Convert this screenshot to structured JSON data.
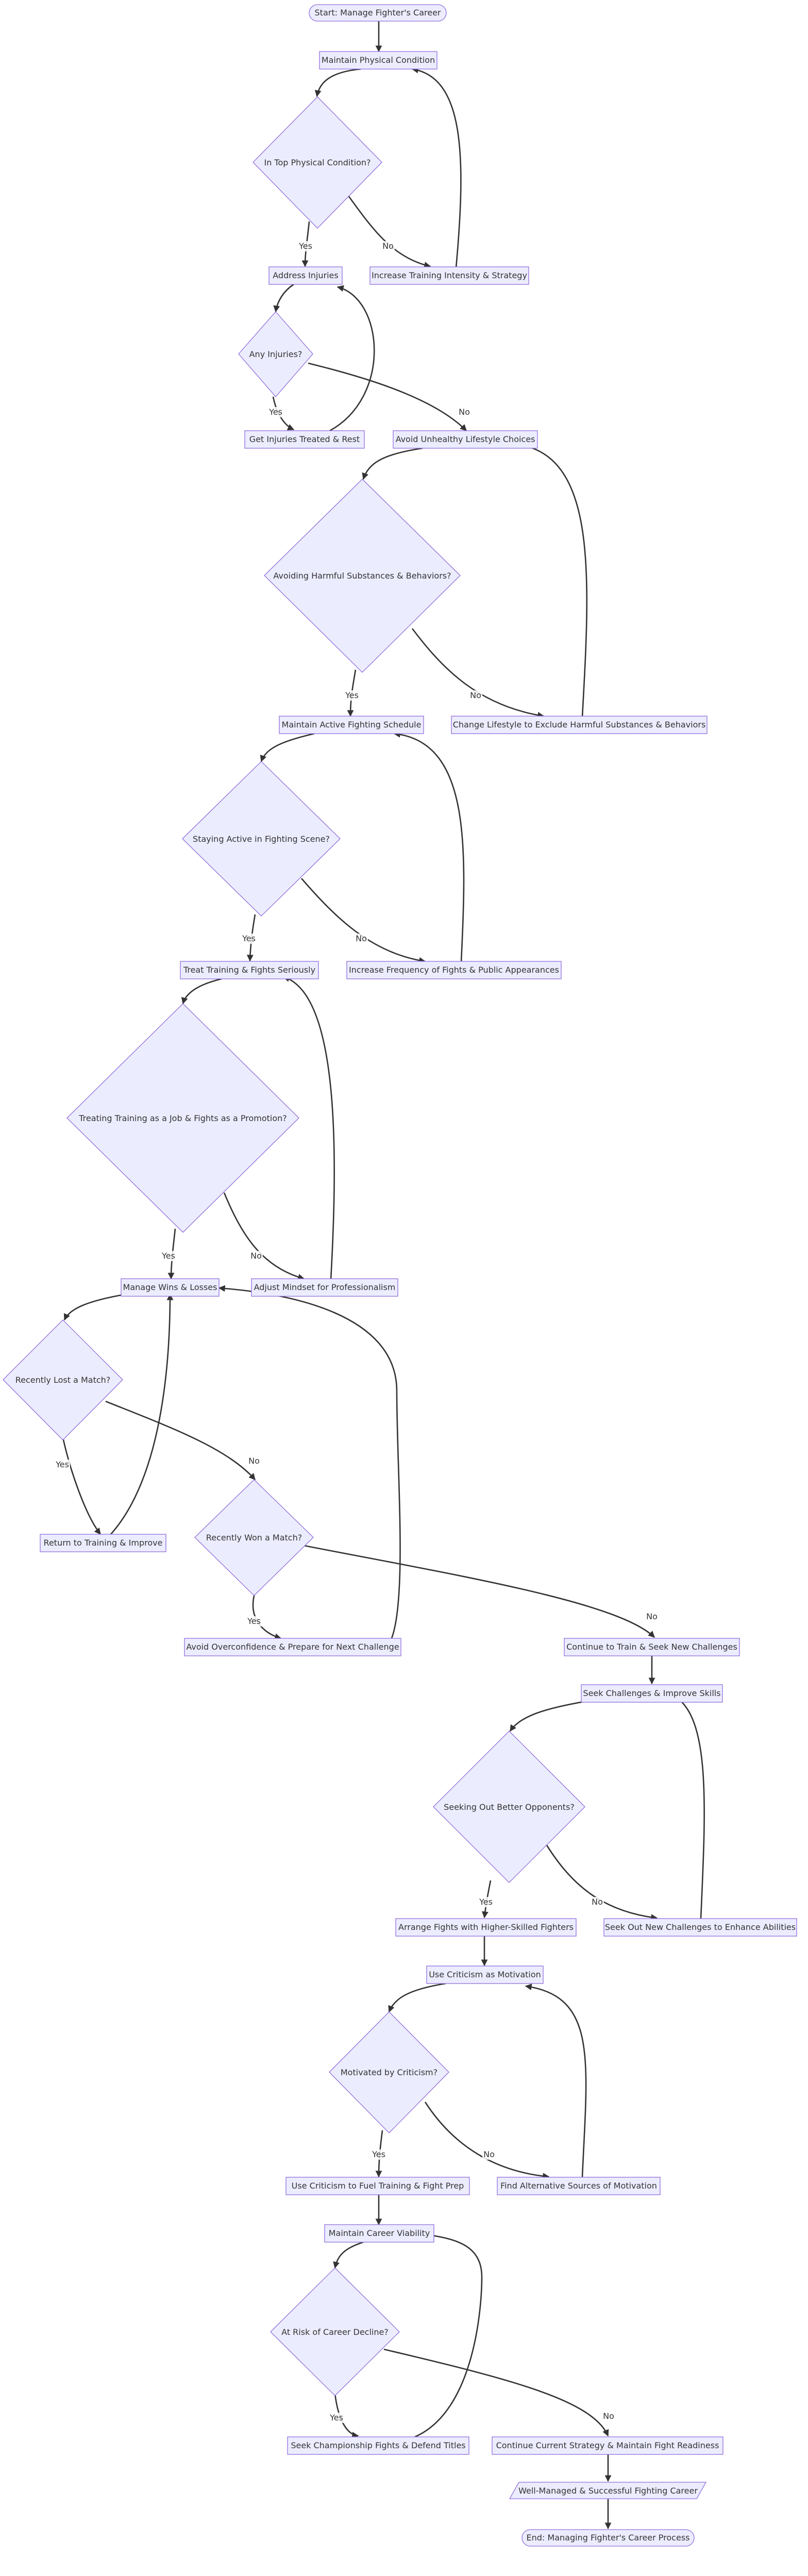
{
  "nodes": {
    "start": "Start: Manage Fighter's Career",
    "physical": "Maintain Physical Condition",
    "top_condition": "In Top Physical Condition?",
    "address_injuries": "Address Injuries",
    "increase_training": "Increase Training Intensity & Strategy",
    "any_injuries": "Any Injuries?",
    "treated_rest": "Get Injuries Treated & Rest",
    "avoid_unhealthy": "Avoid Unhealthy Lifestyle Choices",
    "avoiding_harmful": "Avoiding Harmful Substances & Behaviors?",
    "active_schedule": "Maintain Active Fighting Schedule",
    "change_lifestyle": "Change Lifestyle to Exclude Harmful Substances & Behaviors",
    "staying_active": "Staying Active in Fighting Scene?",
    "treat_serious": "Treat Training & Fights Seriously",
    "increase_frequency": "Increase Frequency of Fights & Public Appearances",
    "treating_job": "Treating Training as a Job & Fights as a Promotion?",
    "manage_wins": "Manage Wins & Losses",
    "adjust_mindset": "Adjust Mindset for Professionalism",
    "lost_match": "Recently Lost a Match?",
    "return_training": "Return to Training & Improve",
    "won_match": "Recently Won a Match?",
    "avoid_overconfidence": "Avoid Overconfidence & Prepare for Next Challenge",
    "continue_train": "Continue to Train & Seek New Challenges",
    "seek_challenges": "Seek Challenges & Improve Skills",
    "better_opponents": "Seeking Out Better Opponents?",
    "arrange_fights": "Arrange Fights with Higher-Skilled Fighters",
    "seek_new": "Seek Out New Challenges to Enhance Abilities",
    "use_criticism": "Use Criticism as Motivation",
    "motivated": "Motivated by Criticism?",
    "fuel_training": "Use Criticism to Fuel Training & Fight Prep",
    "alt_motivation": "Find Alternative Sources of Motivation",
    "viability": "Maintain Career Viability",
    "risk_decline": "At Risk of Career Decline?",
    "championship": "Seek Championship Fights & Defend Titles",
    "continue_strategy": "Continue Current Strategy & Maintain Fight Readiness",
    "well_managed": "Well-Managed & Successful Fighting Career",
    "end": "End: Managing Fighter's Career Process"
  },
  "edge_labels": {
    "yes": "Yes",
    "no": "No"
  },
  "colors": {
    "node_fill": "#ECECFF",
    "node_stroke": "#9370DB",
    "edge": "#333333",
    "text": "#333333"
  }
}
